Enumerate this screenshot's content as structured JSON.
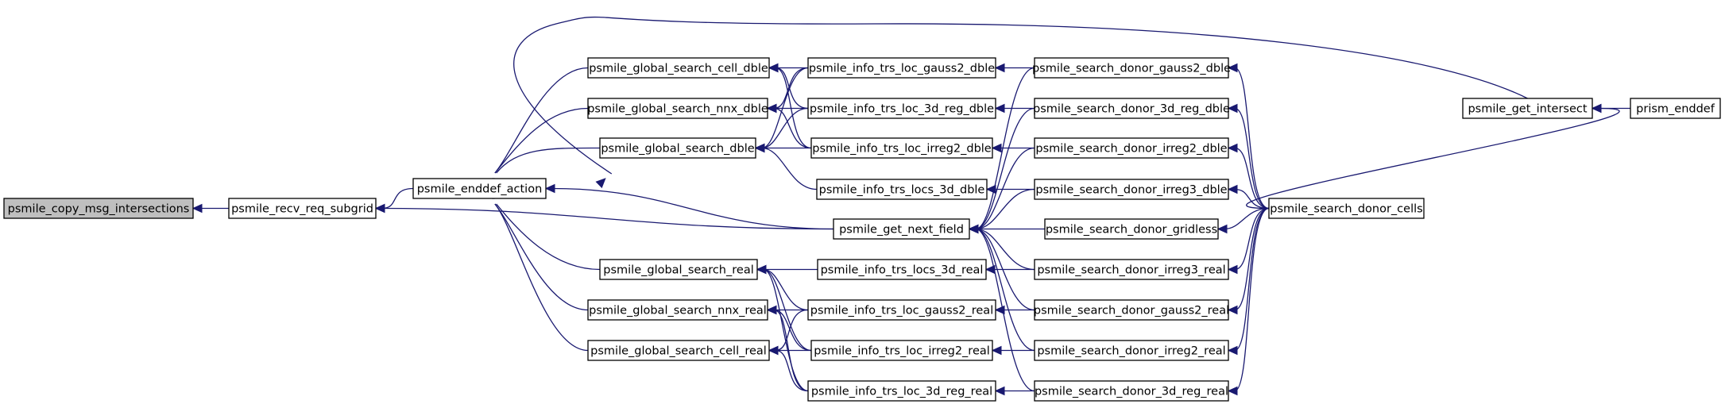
{
  "colors": {
    "edge": "#191970",
    "node_fill": "#ffffff",
    "highlight_fill": "#bfbfbf",
    "border": "#000000"
  },
  "nodes": [
    {
      "id": "copy_msg",
      "label": "psmile_copy_msg_intersections",
      "highlight": true
    },
    {
      "id": "recv_req",
      "label": "psmile_recv_req_subgrid"
    },
    {
      "id": "enddef_action",
      "label": "psmile_enddef_action"
    },
    {
      "id": "gs_cell_dble",
      "label": "psmile_global_search_cell_dble"
    },
    {
      "id": "gs_nnx_dble",
      "label": "psmile_global_search_nnx_dble"
    },
    {
      "id": "gs_dble",
      "label": "psmile_global_search_dble"
    },
    {
      "id": "gs_real",
      "label": "psmile_global_search_real"
    },
    {
      "id": "gs_nnx_real",
      "label": "psmile_global_search_nnx_real"
    },
    {
      "id": "gs_cell_real",
      "label": "psmile_global_search_cell_real"
    },
    {
      "id": "i_gauss2_dble",
      "label": "psmile_info_trs_loc_gauss2_dble"
    },
    {
      "id": "i_3dreg_dble",
      "label": "psmile_info_trs_loc_3d_reg_dble"
    },
    {
      "id": "i_irreg2_dble",
      "label": "psmile_info_trs_loc_irreg2_dble"
    },
    {
      "id": "i_locs3d_dble",
      "label": "psmile_info_trs_locs_3d_dble"
    },
    {
      "id": "next_field",
      "label": "psmile_get_next_field"
    },
    {
      "id": "i_locs3d_real",
      "label": "psmile_info_trs_locs_3d_real"
    },
    {
      "id": "i_gauss2_real",
      "label": "psmile_info_trs_loc_gauss2_real"
    },
    {
      "id": "i_irreg2_real",
      "label": "psmile_info_trs_loc_irreg2_real"
    },
    {
      "id": "i_3dreg_real",
      "label": "psmile_info_trs_loc_3d_reg_real"
    },
    {
      "id": "d_gauss2_dble",
      "label": "psmile_search_donor_gauss2_dble"
    },
    {
      "id": "d_3dreg_dble",
      "label": "psmile_search_donor_3d_reg_dble"
    },
    {
      "id": "d_irreg2_dble",
      "label": "psmile_search_donor_irreg2_dble"
    },
    {
      "id": "d_irreg3_dble",
      "label": "psmile_search_donor_irreg3_dble"
    },
    {
      "id": "d_gridless",
      "label": "psmile_search_donor_gridless"
    },
    {
      "id": "d_irreg3_real",
      "label": "psmile_search_donor_irreg3_real"
    },
    {
      "id": "d_gauss2_real",
      "label": "psmile_search_donor_gauss2_real"
    },
    {
      "id": "d_irreg2_real",
      "label": "psmile_search_donor_irreg2_real"
    },
    {
      "id": "d_3dreg_real",
      "label": "psmile_search_donor_3d_reg_real"
    },
    {
      "id": "donor_cells",
      "label": "psmile_search_donor_cells"
    },
    {
      "id": "get_intersect",
      "label": "psmile_get_intersect"
    },
    {
      "id": "prism_enddef",
      "label": "prism_enddef"
    }
  ],
  "edges": [
    {
      "from": "recv_req",
      "to": "copy_msg"
    },
    {
      "from": "enddef_action",
      "to": "recv_req"
    },
    {
      "from": "next_field",
      "to": "recv_req"
    },
    {
      "from": "gs_cell_dble",
      "to": "enddef_action"
    },
    {
      "from": "gs_nnx_dble",
      "to": "enddef_action"
    },
    {
      "from": "gs_dble",
      "to": "enddef_action"
    },
    {
      "from": "gs_real",
      "to": "enddef_action"
    },
    {
      "from": "gs_nnx_real",
      "to": "enddef_action"
    },
    {
      "from": "gs_cell_real",
      "to": "enddef_action"
    },
    {
      "from": "next_field",
      "to": "enddef_action"
    },
    {
      "from": "get_intersect",
      "to": "enddef_action"
    },
    {
      "from": "i_gauss2_dble",
      "to": "gs_cell_dble"
    },
    {
      "from": "i_3dreg_dble",
      "to": "gs_cell_dble"
    },
    {
      "from": "i_irreg2_dble",
      "to": "gs_cell_dble"
    },
    {
      "from": "i_gauss2_dble",
      "to": "gs_nnx_dble"
    },
    {
      "from": "i_3dreg_dble",
      "to": "gs_nnx_dble"
    },
    {
      "from": "i_irreg2_dble",
      "to": "gs_nnx_dble"
    },
    {
      "from": "i_gauss2_dble",
      "to": "gs_dble"
    },
    {
      "from": "i_3dreg_dble",
      "to": "gs_dble"
    },
    {
      "from": "i_irreg2_dble",
      "to": "gs_dble"
    },
    {
      "from": "i_locs3d_dble",
      "to": "gs_dble"
    },
    {
      "from": "i_locs3d_real",
      "to": "gs_real"
    },
    {
      "from": "i_gauss2_real",
      "to": "gs_real"
    },
    {
      "from": "i_irreg2_real",
      "to": "gs_real"
    },
    {
      "from": "i_3dreg_real",
      "to": "gs_real"
    },
    {
      "from": "i_gauss2_real",
      "to": "gs_nnx_real"
    },
    {
      "from": "i_irreg2_real",
      "to": "gs_nnx_real"
    },
    {
      "from": "i_3dreg_real",
      "to": "gs_nnx_real"
    },
    {
      "from": "i_gauss2_real",
      "to": "gs_cell_real"
    },
    {
      "from": "i_irreg2_real",
      "to": "gs_cell_real"
    },
    {
      "from": "i_3dreg_real",
      "to": "gs_cell_real"
    },
    {
      "from": "d_gauss2_dble",
      "to": "i_gauss2_dble"
    },
    {
      "from": "d_3dreg_dble",
      "to": "i_3dreg_dble"
    },
    {
      "from": "d_irreg2_dble",
      "to": "i_irreg2_dble"
    },
    {
      "from": "d_irreg3_dble",
      "to": "i_locs3d_dble"
    },
    {
      "from": "d_irreg3_real",
      "to": "i_locs3d_real"
    },
    {
      "from": "d_gauss2_real",
      "to": "i_gauss2_real"
    },
    {
      "from": "d_irreg2_real",
      "to": "i_irreg2_real"
    },
    {
      "from": "d_3dreg_real",
      "to": "i_3dreg_real"
    },
    {
      "from": "d_gauss2_dble",
      "to": "next_field"
    },
    {
      "from": "d_3dreg_dble",
      "to": "next_field"
    },
    {
      "from": "d_irreg2_dble",
      "to": "next_field"
    },
    {
      "from": "d_irreg3_dble",
      "to": "next_field"
    },
    {
      "from": "d_gridless",
      "to": "next_field"
    },
    {
      "from": "d_irreg3_real",
      "to": "next_field"
    },
    {
      "from": "d_gauss2_real",
      "to": "next_field"
    },
    {
      "from": "d_irreg2_real",
      "to": "next_field"
    },
    {
      "from": "d_3dreg_real",
      "to": "next_field"
    },
    {
      "from": "donor_cells",
      "to": "d_gauss2_dble"
    },
    {
      "from": "donor_cells",
      "to": "d_3dreg_dble"
    },
    {
      "from": "donor_cells",
      "to": "d_irreg2_dble"
    },
    {
      "from": "donor_cells",
      "to": "d_irreg3_dble"
    },
    {
      "from": "donor_cells",
      "to": "d_gridless"
    },
    {
      "from": "donor_cells",
      "to": "d_irreg3_real"
    },
    {
      "from": "donor_cells",
      "to": "d_gauss2_real"
    },
    {
      "from": "donor_cells",
      "to": "d_irreg2_real"
    },
    {
      "from": "donor_cells",
      "to": "d_3dreg_real"
    },
    {
      "from": "donor_cells",
      "to": "get_intersect"
    },
    {
      "from": "prism_enddef",
      "to": "get_intersect"
    }
  ]
}
